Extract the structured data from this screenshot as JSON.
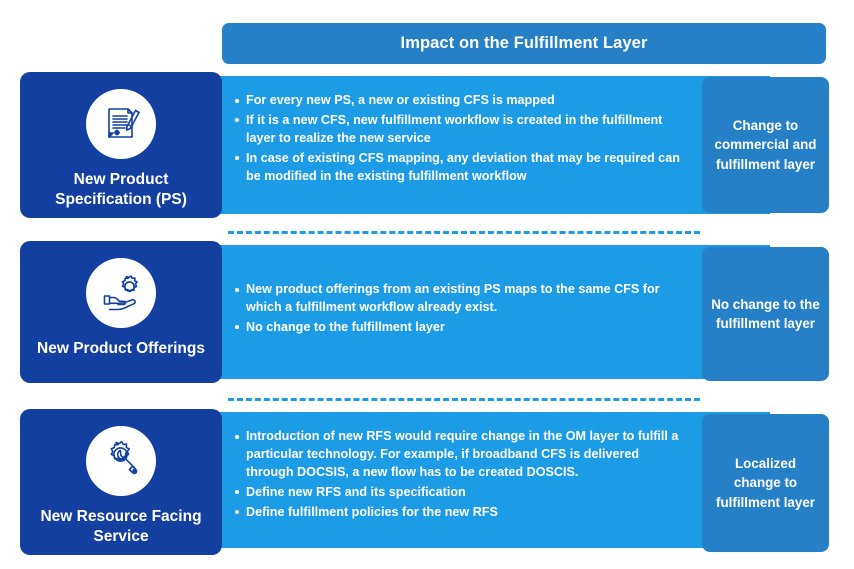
{
  "header": {
    "title": "Impact on the Fulfillment Layer",
    "accent_color": "#2680c8"
  },
  "colors": {
    "navy": "#1340a0",
    "light_blue": "#1c9be6",
    "medium_blue": "#2680c8",
    "background": "#ffffff",
    "text": "#ffffff"
  },
  "rows": [
    {
      "icon": "document-pen-icon",
      "title": "New Product Specification (PS)",
      "bullets": [
        "For every new PS, a new or existing CFS is mapped",
        "If it is a new CFS, new fulfillment workflow is created in the fulfillment layer to realize the new service",
        "In case of existing CFS mapping, any deviation that may be required can be modified in the existing fulfillment workflow"
      ],
      "outcome": "Change to commercial and fulfillment layer"
    },
    {
      "icon": "hand-gear-icon",
      "title": "New Product Offerings",
      "bullets": [
        "New product offerings from an existing PS maps to the same CFS for which a fulfillment workflow already exist.",
        "No change to the fulfillment layer"
      ],
      "outcome": "No change to the fulfillment layer"
    },
    {
      "icon": "gear-wrench-icon",
      "title": "New Resource Facing Service",
      "bullets": [
        "Introduction of new RFS would require change in the OM layer to fulfill a particular technology. For example, if broadband CFS is delivered through DOCSIS, a new flow has to be created DOSCIS.",
        "Define new RFS and its specification",
        "Define fulfillment policies for the new RFS"
      ],
      "outcome": "Localized change to fulfillment layer"
    }
  ]
}
